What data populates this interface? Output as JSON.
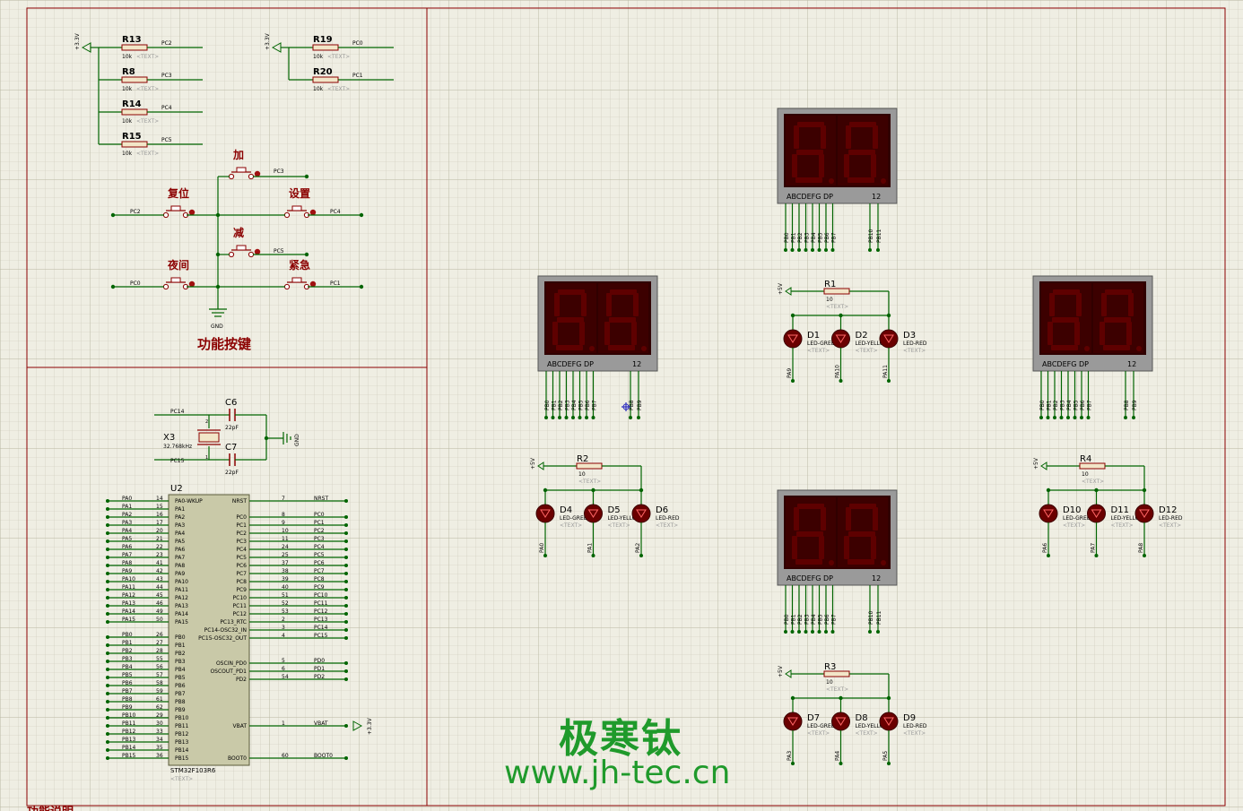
{
  "colors": {
    "wire": "#006400",
    "comp": "#8b0000",
    "label": "#000000",
    "hint": "#9a9a9a",
    "red": "#a01010",
    "seg_bg": "#3c0000",
    "seg_off": "#5e0000",
    "case": "#9a9a9a",
    "frame": "#8b0000",
    "watermark": "#1f9a2b"
  },
  "page_bottom_label": "功能说明",
  "watermark": {
    "line1": "极寒钛",
    "line2": "www.jh-tec.cn"
  },
  "pullups": {
    "supply": "+3.3V",
    "left": [
      {
        "name": "R13",
        "value": "10k",
        "text": "<TEXT>",
        "net": "PC2"
      },
      {
        "name": "R8",
        "value": "10k",
        "text": "<TEXT>",
        "net": "PC3"
      },
      {
        "name": "R14",
        "value": "10k",
        "text": "<TEXT>",
        "net": "PC4"
      },
      {
        "name": "R15",
        "value": "10k",
        "text": "<TEXT>",
        "net": "PC5"
      }
    ],
    "right": [
      {
        "name": "R19",
        "value": "10k",
        "text": "<TEXT>",
        "net": "PC0"
      },
      {
        "name": "R20",
        "value": "10k",
        "text": "<TEXT>",
        "net": "PC1"
      }
    ]
  },
  "buttons": {
    "title": "功能按键",
    "gnd": "GND",
    "items": [
      {
        "label": "加",
        "net": "PC3"
      },
      {
        "label": "复位",
        "net": "PC2"
      },
      {
        "label": "设置",
        "net": "PC4"
      },
      {
        "label": "减",
        "net": "PC5"
      },
      {
        "label": "夜间",
        "net": "PC0"
      },
      {
        "label": "紧急",
        "net": "PC1"
      }
    ]
  },
  "crystal": {
    "name": "X3",
    "freq": "32.768kHz",
    "c6": "C6",
    "c7": "C7",
    "cap": "22pF",
    "gnd": "GND",
    "pin1": "PC14",
    "pin2": "PC15",
    "n1": "1",
    "n2": "2"
  },
  "mcu": {
    "ref": "U2",
    "part": "STM32F103R6",
    "text": "<TEXT>",
    "left_pins": [
      {
        "net": "PA0",
        "num": "14",
        "pin": "PA0-WKUP"
      },
      {
        "net": "PA1",
        "num": "15",
        "pin": "PA1"
      },
      {
        "net": "PA2",
        "num": "16",
        "pin": "PA2"
      },
      {
        "net": "PA3",
        "num": "17",
        "pin": "PA3"
      },
      {
        "net": "PA4",
        "num": "20",
        "pin": "PA4"
      },
      {
        "net": "PA5",
        "num": "21",
        "pin": "PA5"
      },
      {
        "net": "PA6",
        "num": "22",
        "pin": "PA6"
      },
      {
        "net": "PA7",
        "num": "23",
        "pin": "PA7"
      },
      {
        "net": "PA8",
        "num": "41",
        "pin": "PA8"
      },
      {
        "net": "PA9",
        "num": "42",
        "pin": "PA9"
      },
      {
        "net": "PA10",
        "num": "43",
        "pin": "PA10"
      },
      {
        "net": "PA11",
        "num": "44",
        "pin": "PA11"
      },
      {
        "net": "PA12",
        "num": "45",
        "pin": "PA12"
      },
      {
        "net": "PA13",
        "num": "46",
        "pin": "PA13"
      },
      {
        "net": "PA14",
        "num": "49",
        "pin": "PA14"
      },
      {
        "net": "PA15",
        "num": "50",
        "pin": "PA15"
      },
      {
        "net": "PB0",
        "num": "26",
        "pin": "PB0"
      },
      {
        "net": "PB1",
        "num": "27",
        "pin": "PB1"
      },
      {
        "net": "PB2",
        "num": "28",
        "pin": "PB2"
      },
      {
        "net": "PB3",
        "num": "55",
        "pin": "PB3"
      },
      {
        "net": "PB4",
        "num": "56",
        "pin": "PB4"
      },
      {
        "net": "PB5",
        "num": "57",
        "pin": "PB5"
      },
      {
        "net": "PB6",
        "num": "58",
        "pin": "PB6"
      },
      {
        "net": "PB7",
        "num": "59",
        "pin": "PB7"
      },
      {
        "net": "PB8",
        "num": "61",
        "pin": "PB8"
      },
      {
        "net": "PB9",
        "num": "62",
        "pin": "PB9"
      },
      {
        "net": "PB10",
        "num": "29",
        "pin": "PB10"
      },
      {
        "net": "PB11",
        "num": "30",
        "pin": "PB11"
      },
      {
        "net": "PB12",
        "num": "33",
        "pin": "PB12"
      },
      {
        "net": "PB13",
        "num": "34",
        "pin": "PB13"
      },
      {
        "net": "PB14",
        "num": "35",
        "pin": "PB14"
      },
      {
        "net": "PB15",
        "num": "36",
        "pin": "PB15"
      }
    ],
    "right_pins": [
      {
        "net": "NRST",
        "num": "7",
        "pin": "NRST"
      },
      {
        "net": "PC0",
        "num": "8",
        "pin": "PC0"
      },
      {
        "net": "PC1",
        "num": "9",
        "pin": "PC1"
      },
      {
        "net": "PC2",
        "num": "10",
        "pin": "PC2"
      },
      {
        "net": "PC3",
        "num": "11",
        "pin": "PC3"
      },
      {
        "net": "PC4",
        "num": "24",
        "pin": "PC4"
      },
      {
        "net": "PC5",
        "num": "25",
        "pin": "PC5"
      },
      {
        "net": "PC6",
        "num": "37",
        "pin": "PC6"
      },
      {
        "net": "PC7",
        "num": "38",
        "pin": "PC7"
      },
      {
        "net": "PC8",
        "num": "39",
        "pin": "PC8"
      },
      {
        "net": "PC9",
        "num": "40",
        "pin": "PC9"
      },
      {
        "net": "PC10",
        "num": "51",
        "pin": "PC10"
      },
      {
        "net": "PC11",
        "num": "52",
        "pin": "PC11"
      },
      {
        "net": "PC12",
        "num": "53",
        "pin": "PC12"
      },
      {
        "net": "PC13",
        "num": "2",
        "pin": "PC13_RTC"
      },
      {
        "net": "PC14",
        "num": "3",
        "pin": "PC14-OSC32_IN"
      },
      {
        "net": "PC15",
        "num": "4",
        "pin": "PC15-OSC32_OUT"
      },
      {
        "net": "PD0",
        "num": "5",
        "pin": "OSCIN_PD0"
      },
      {
        "net": "PD1",
        "num": "6",
        "pin": "OSCOUT_PD1"
      },
      {
        "net": "PD2",
        "num": "54",
        "pin": "PD2"
      },
      {
        "net": "VBAT",
        "num": "1",
        "pin": "VBAT"
      },
      {
        "net": "BOOT0",
        "num": "60",
        "pin": "BOOT0"
      }
    ],
    "vbat_supply": "+3.3V"
  },
  "displays": {
    "seg_label": "ABCDEFG DP",
    "digits_label": "12",
    "units": [
      {
        "seg_nets": [
          "PB0",
          "PB1",
          "PB2",
          "PB3",
          "PB4",
          "PB5",
          "PB6",
          "PB7"
        ],
        "dig_nets": [
          "PB10",
          "PB11"
        ]
      },
      {
        "seg_nets": [
          "PB0",
          "PB1",
          "PB2",
          "PB3",
          "PB4",
          "PB5",
          "PB6",
          "PB7"
        ],
        "dig_nets": [
          "PB8",
          "PB9"
        ]
      },
      {
        "seg_nets": [
          "PB0",
          "PB1",
          "PB2",
          "PB3",
          "PB4",
          "PB5",
          "PB6",
          "PB7"
        ],
        "dig_nets": [
          "PB8",
          "PB9"
        ]
      },
      {
        "seg_nets": [
          "PB0",
          "PB1",
          "PB2",
          "PB3",
          "PB4",
          "PB5",
          "PB6",
          "PB7"
        ],
        "dig_nets": [
          "PB10",
          "PB11"
        ]
      }
    ]
  },
  "traffic": {
    "supply": "+5V",
    "text": "<TEXT>",
    "groups": [
      {
        "res": "R1",
        "value": "10",
        "leds": [
          {
            "ref": "D1",
            "type": "LED-GREEN",
            "net": "PA9"
          },
          {
            "ref": "D2",
            "type": "LED-YELLOW",
            "net": "PA10"
          },
          {
            "ref": "D3",
            "type": "LED-RED",
            "net": "PA11"
          }
        ]
      },
      {
        "res": "R2",
        "value": "10",
        "leds": [
          {
            "ref": "D4",
            "type": "LED-GREEN",
            "net": "PA0"
          },
          {
            "ref": "D5",
            "type": "LED-YELLOW",
            "net": "PA1"
          },
          {
            "ref": "D6",
            "type": "LED-RED",
            "net": "PA2"
          }
        ]
      },
      {
        "res": "R4",
        "value": "10",
        "leds": [
          {
            "ref": "D10",
            "type": "LED-GREEN",
            "net": "PA6"
          },
          {
            "ref": "D11",
            "type": "LED-YELLOW",
            "net": "PA7"
          },
          {
            "ref": "D12",
            "type": "LED-RED",
            "net": "PA8"
          }
        ]
      },
      {
        "res": "R3",
        "value": "10",
        "leds": [
          {
            "ref": "D7",
            "type": "LED-GREEN",
            "net": "PA3"
          },
          {
            "ref": "D8",
            "type": "LED-YELLOW",
            "net": "PA4"
          },
          {
            "ref": "D9",
            "type": "LED-RED",
            "net": "PA5"
          }
        ]
      }
    ]
  }
}
